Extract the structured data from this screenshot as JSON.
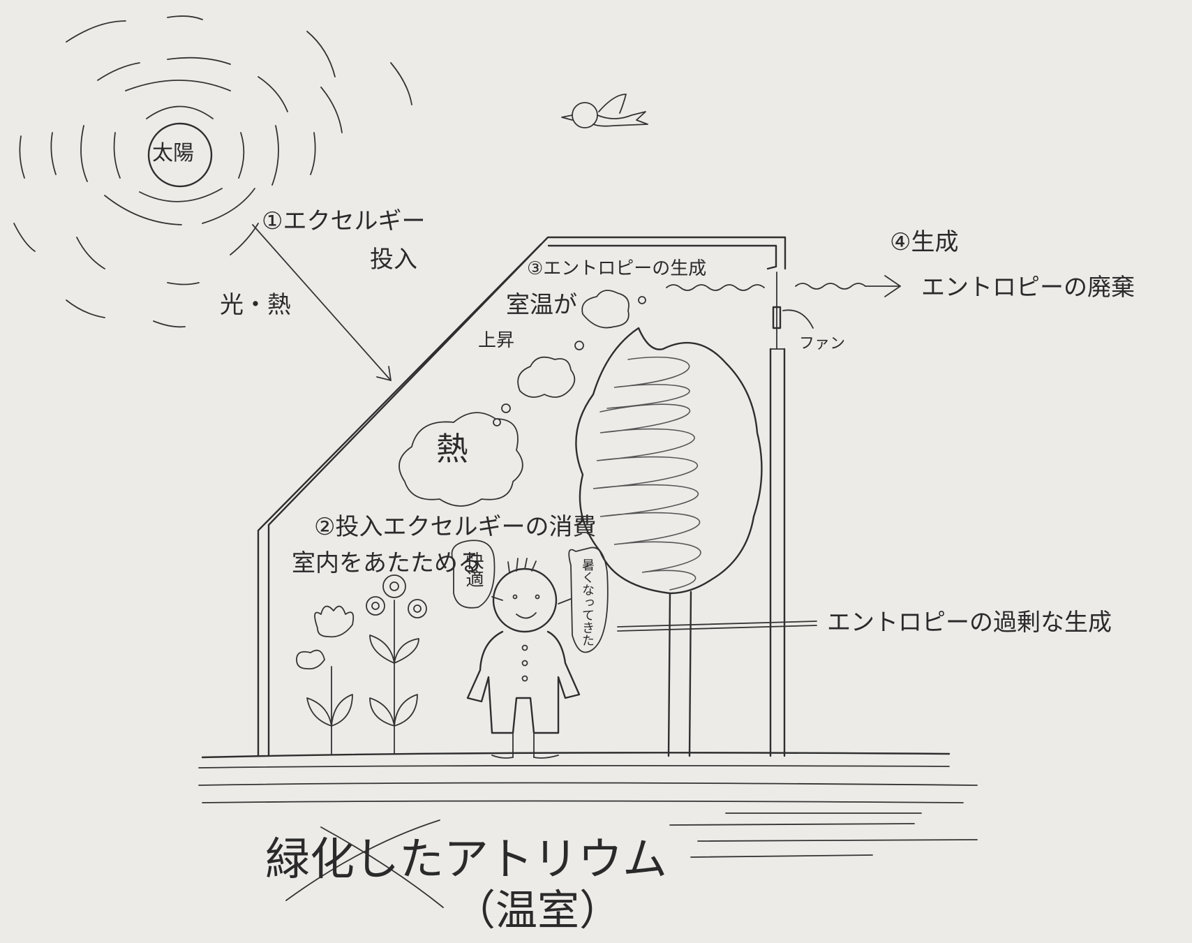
{
  "labels": {
    "sun": "太陽",
    "step1": "①エクセルギー",
    "step1_sub": "投入",
    "light_heat": "光・熱",
    "step3": "③エントロピーの生成",
    "room_temp": "室温が",
    "rise": "上昇",
    "heat": "熱",
    "fan": "ファン",
    "step4": "④生成",
    "entropy_waste": "エントロピーの廃棄",
    "step2": "②投入エクセルギーの消費",
    "warm_room": "室内をあたためる",
    "comfortable": "快適",
    "too_hot": "暑くなってきた",
    "excess_entropy": "エントロピーの過剰な生成",
    "title": "緑化したアトリウム",
    "subtitle": "（温室）"
  }
}
